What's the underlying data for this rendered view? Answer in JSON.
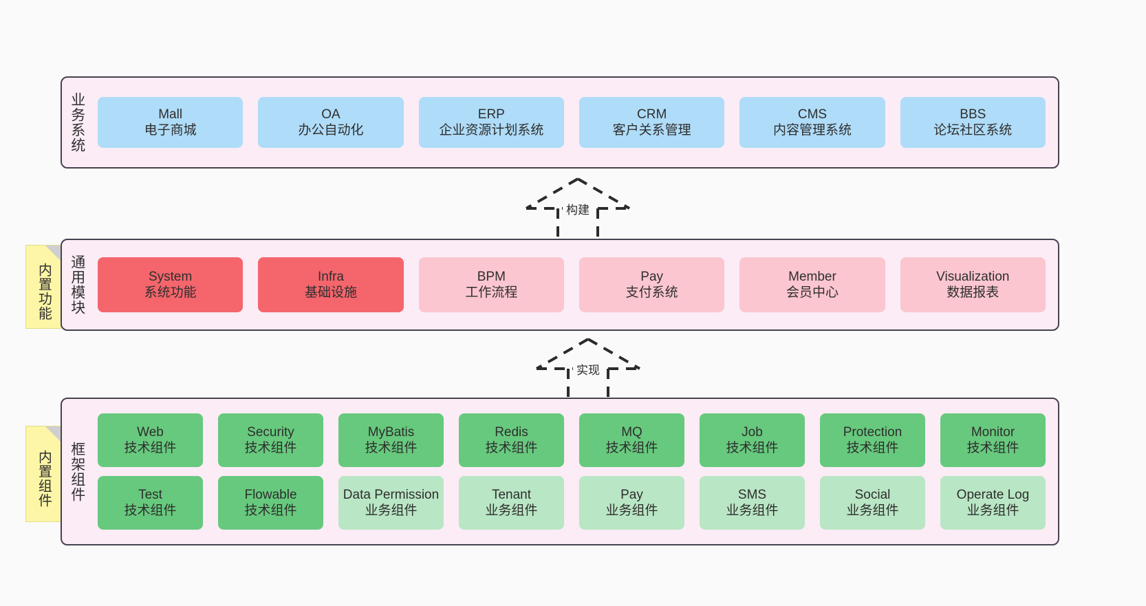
{
  "diagram": {
    "background_color": "#fafafa",
    "band_fill": "#fbecf6",
    "band_border": "#46424e",
    "note_fill": "#fcf6a6",
    "colors": {
      "blue": "#afdcf8",
      "red": "#f4666c",
      "pink": "#fbc6cf",
      "green": "#67c97d",
      "green_light": "#b9e6c4"
    }
  },
  "layers": [
    {
      "id": "business",
      "title": "业务系统",
      "rows": [
        [
          {
            "name": "Mall",
            "desc": "电子商城",
            "color": "blue"
          },
          {
            "name": "OA",
            "desc": "办公自动化",
            "color": "blue"
          },
          {
            "name": "ERP",
            "desc": "企业资源计划系统",
            "color": "blue"
          },
          {
            "name": "CRM",
            "desc": "客户关系管理",
            "color": "blue"
          },
          {
            "name": "CMS",
            "desc": "内容管理系统",
            "color": "blue"
          },
          {
            "name": "BBS",
            "desc": "论坛社区系统",
            "color": "blue"
          }
        ]
      ]
    },
    {
      "id": "modules",
      "title": "通用模块",
      "note": "内置功能",
      "rows": [
        [
          {
            "name": "System",
            "desc": "系统功能",
            "color": "red"
          },
          {
            "name": "Infra",
            "desc": "基础设施",
            "color": "red"
          },
          {
            "name": "BPM",
            "desc": "工作流程",
            "color": "pink"
          },
          {
            "name": "Pay",
            "desc": "支付系统",
            "color": "pink"
          },
          {
            "name": "Member",
            "desc": "会员中心",
            "color": "pink"
          },
          {
            "name": "Visualization",
            "desc": "数据报表",
            "color": "pink"
          }
        ]
      ]
    },
    {
      "id": "framework",
      "title": "框架组件",
      "note": "内置组件",
      "rows": [
        [
          {
            "name": "Web",
            "desc": "技术组件",
            "color": "green"
          },
          {
            "name": "Security",
            "desc": "技术组件",
            "color": "green"
          },
          {
            "name": "MyBatis",
            "desc": "技术组件",
            "color": "green"
          },
          {
            "name": "Redis",
            "desc": "技术组件",
            "color": "green"
          },
          {
            "name": "MQ",
            "desc": "技术组件",
            "color": "green"
          },
          {
            "name": "Job",
            "desc": "技术组件",
            "color": "green"
          },
          {
            "name": "Protection",
            "desc": "技术组件",
            "color": "green"
          },
          {
            "name": "Monitor",
            "desc": "技术组件",
            "color": "green"
          }
        ],
        [
          {
            "name": "Test",
            "desc": "技术组件",
            "color": "green"
          },
          {
            "name": "Flowable",
            "desc": "技术组件",
            "color": "green"
          },
          {
            "name": "Data Permission",
            "desc": "业务组件",
            "color": "green_light"
          },
          {
            "name": "Tenant",
            "desc": "业务组件",
            "color": "green_light"
          },
          {
            "name": "Pay",
            "desc": "业务组件",
            "color": "green_light"
          },
          {
            "name": "SMS",
            "desc": "业务组件",
            "color": "green_light"
          },
          {
            "name": "Social",
            "desc": "业务组件",
            "color": "green_light"
          },
          {
            "name": "Operate Log",
            "desc": "业务组件",
            "color": "green_light"
          }
        ]
      ]
    }
  ],
  "connectors": [
    {
      "id": "build",
      "label": "构建"
    },
    {
      "id": "implement",
      "label": "实现"
    }
  ]
}
